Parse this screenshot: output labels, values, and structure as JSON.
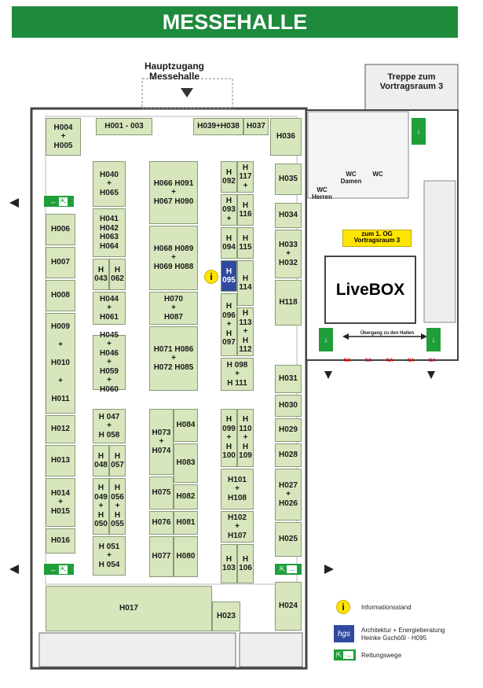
{
  "title": "MESSEHALLE",
  "main_entrance": "Hauptzugang\nMessehalle",
  "stairs_label": "Treppe zum\nVortragsraum 3",
  "upstairs_note": "zum 1. OG\nVortragsraum 3",
  "livebox": "LiveBOX",
  "passage": "Übergang zu den Hallen",
  "wc_men": "WC\nHerren",
  "wc_women": "WC\nDamen",
  "wc": "WC",
  "na_marks": [
    "NA",
    "NA",
    "NA",
    "NA",
    "NA"
  ],
  "booths": {
    "h004": "H004\n+\nH005",
    "h001": "H001 - 003",
    "h039": "H039+H038",
    "h037": "H037",
    "h036": "H036",
    "h040": "H040\n+\nH065",
    "h066": "H066 H091\n+\nH067 H090",
    "h092": "H\n092",
    "h117": "H\n117\n+",
    "h093": "H\n093\n+",
    "h116": "H\n116",
    "h094": "H\n094",
    "h115": "H\n115",
    "h035": "H035",
    "h034": "H034",
    "h006": "H006",
    "h041": "H041\nH042\nH063\nH064",
    "h033": "H033\n+\nH032",
    "h007": "H007",
    "h068": "H068 H089\n+\nH069 H088",
    "h043": "H\n043",
    "h062": "H\n062",
    "h095": "H\n095",
    "h114": "H\n114",
    "h008": "H008",
    "h044": "H044\n+\nH061",
    "h070": "H070\n+\nH087",
    "h118": "H118",
    "h096": "H\n096\n+\nH\n097",
    "h113": "H\n113\n+\nH\n112",
    "h009": "H009\n\n+\n\nH010\n\n+\n\nH011",
    "h045": "H045\n+\nH046\n+\nH059\n+\nH060",
    "h071": "H071 H086\n+\nH072 H085",
    "h098": "H 098\n+\nH 111",
    "h031": "H031",
    "h030": "H030",
    "h012": "H012",
    "h047": "H 047\n+\nH 058",
    "h084": "H084",
    "h073": "H073\n+\nH074",
    "h099": "H\n099\n+\nH\n100",
    "h110": "H\n110\n+\nH\n109",
    "h029": "H029",
    "h048": "H\n048",
    "h057": "H\n057",
    "h083": "H083",
    "h028": "H028",
    "h013": "H013",
    "h049": "H\n049\n+\nH\n050",
    "h056": "H\n056\n+\nH\n055",
    "h101": "H101\n+\nH108",
    "h027": "H027\n+\nH026",
    "h014": "H014\n+\nH015",
    "h075": "H075",
    "h082": "H082",
    "h076": "H076",
    "h081": "H081",
    "h102": "H102\n+\nH107",
    "h025": "H025",
    "h016": "H016",
    "h051": "H 051\n+\nH 054",
    "h077": "H077",
    "h080": "H080",
    "h103": "H\n103",
    "h106": "H\n106",
    "h017": "H017",
    "h023": "H023",
    "h024": "H024"
  },
  "legend": {
    "info": "Informationsstand",
    "exhibitor": "Architektur + Energieberatung\nHeinke Gschößl - H095",
    "exits": "Rettungswege",
    "hgs_logo": "hgs",
    "info_glyph": "i"
  },
  "colors": {
    "banner": "#1e8a3c",
    "booth": "#d7e6bd",
    "highlight": "#2f4aa0",
    "exit": "#1f9e3a",
    "info": "#ffe500"
  }
}
